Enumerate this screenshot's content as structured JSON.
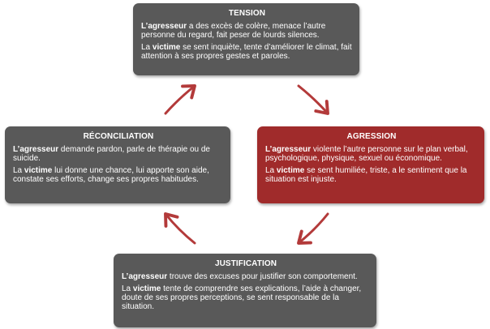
{
  "boxes": {
    "tension": {
      "title": "TENSION",
      "aggressor_label": "L’agresseur",
      "aggressor_text": " a des excès de colère, menace l’autre personne du regard, fait peser de lourds silences.",
      "victim_prefix": "La ",
      "victim_label": "victime",
      "victim_text": " se sent inquiète, tente d’améliorer le climat, fait attention à ses propres gestes et paroles."
    },
    "agression": {
      "title": "AGRESSION",
      "aggressor_label": "L’agresseur",
      "aggressor_text": " violente l’autre personne sur le plan verbal, psychologique, physique, sexuel ou économique.",
      "victim_prefix": "La ",
      "victim_label": "victime",
      "victim_text": " se sent humiliée, triste, a le sentiment que la situation est injuste."
    },
    "reconciliation": {
      "title": "RÉCONCILIATION",
      "aggressor_label": "L’agresseur",
      "aggressor_text": " demande pardon, parle de thérapie ou de suicide.",
      "victim_prefix": "La ",
      "victim_label": "victime",
      "victim_text": " lui donne une chance, lui apporte son aide, constate ses efforts, change ses propres habitudes."
    },
    "justification": {
      "title": "JUSTIFICATION",
      "aggressor_label": "L’agresseur",
      "aggressor_text": " trouve des excuses pour justifier son comportement.",
      "victim_prefix": "La ",
      "victim_label": "victime",
      "victim_text": " tente de comprendre ses explications, l’aide à changer, doute de ses propres perceptions, se sent responsable de la situation."
    }
  },
  "colors": {
    "box_dark": "#595959",
    "box_red": "#a02b2b",
    "arrow": "#b33a3a",
    "text": "#ffffff"
  },
  "icons": [
    "arrow-tension-to-agression",
    "arrow-agression-to-justification",
    "arrow-justification-to-reconciliation",
    "arrow-reconciliation-to-tension"
  ]
}
